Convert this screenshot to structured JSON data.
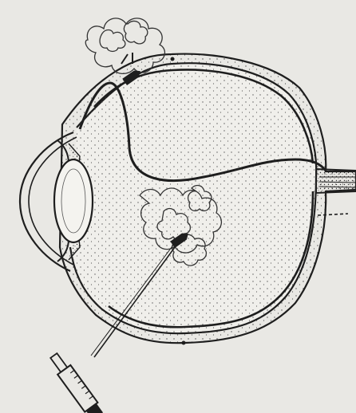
{
  "figure": {
    "background": "#e9e8e4",
    "ink": "#1e1e1e",
    "stipple": "#4a4a4a",
    "elements": [
      "eyeball",
      "cornea",
      "lens",
      "detached-retina",
      "vitreous-opacity",
      "optic-nerve",
      "scleral-puncture-bubbles",
      "arrow-markers",
      "needle-syringe"
    ]
  }
}
